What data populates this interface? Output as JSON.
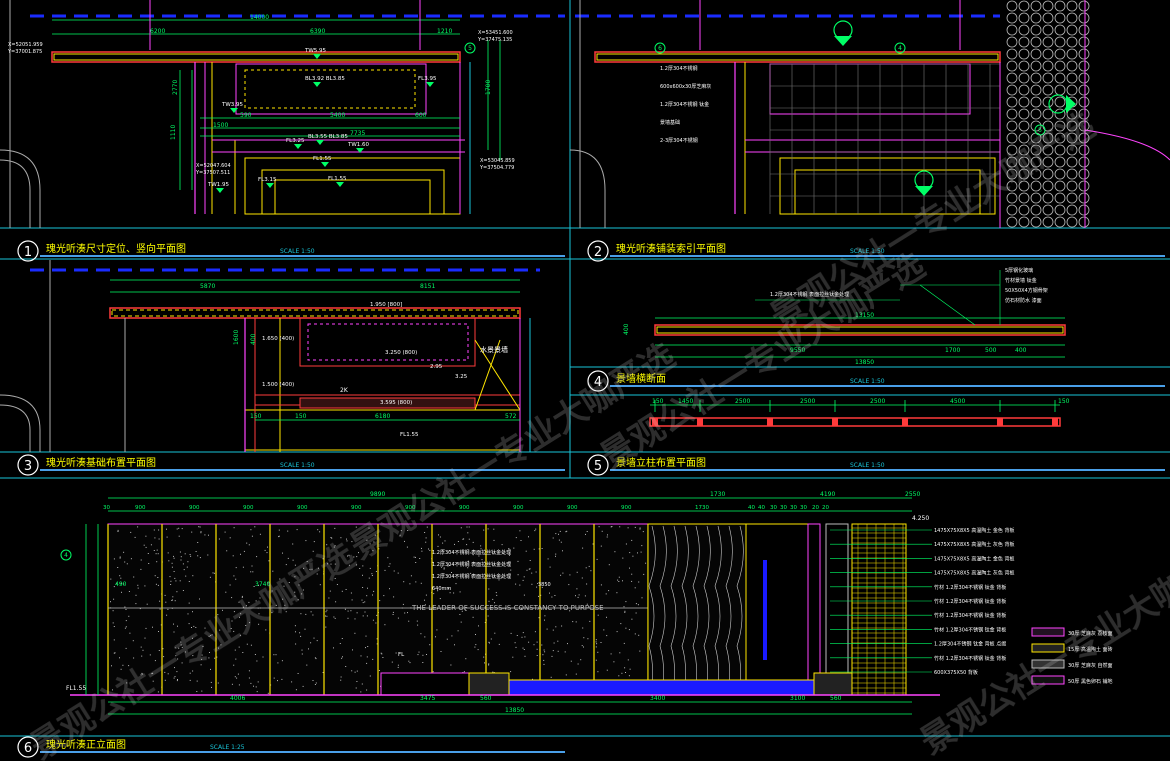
{
  "colors": {
    "background": "#000000",
    "frame": "#19c4d8",
    "title_bar": "#4a9fe8",
    "title_text": "#ffff00",
    "scale_text": "#19c4d8",
    "dimension": "#00ff66",
    "wall_red": "#ff3b3b",
    "magenta": "#ff44ff",
    "yellow": "#ffe600",
    "blue_dash": "#1a2cff",
    "water_blue": "#1a1aff",
    "watermark": "#cccccc"
  },
  "panels": [
    {
      "num": "1",
      "title": "瑰光听湊尺寸定位、竖向平面图",
      "scale": "SCALE 1:50"
    },
    {
      "num": "2",
      "title": "瑰光听湊铺装索引平面图",
      "scale": "SCALE 1:50"
    },
    {
      "num": "3",
      "title": "瑰光听湊基础布置平面图",
      "scale": "SCALE 1:50"
    },
    {
      "num": "4",
      "title": "景墙横断面",
      "scale": "SCALE 1:50"
    },
    {
      "num": "5",
      "title": "景墙立柱布置平面图",
      "scale": "SCALE 1:50"
    },
    {
      "num": "6",
      "title": "瑰光听湊正立面图",
      "scale": "SCALE 1:25"
    }
  ],
  "p1": {
    "dims": [
      "14000",
      "6200",
      "6390",
      "1210",
      "1500",
      "590",
      "5400",
      "600",
      "7735",
      "2770",
      "1700",
      "1110"
    ],
    "levels": [
      "TW5.95",
      "BL3.92  BL3.85",
      "FL3.95",
      "TW3.95",
      "BL3.55  BL3.85",
      "FL3.25",
      "TW1.60",
      "FL1.55",
      "TW1.95",
      "FL3.15",
      "FL1.55"
    ],
    "coords": [
      "X=52051.959",
      "Y=37001.875",
      "X=53451.600",
      "Y=37475.135",
      "X=52047.604",
      "Y=37507.511",
      "X=53045.859",
      "Y=37504.779"
    ]
  },
  "p3": {
    "dims": [
      "5870",
      "8151",
      "6180",
      "572",
      "150",
      "150",
      "400",
      "1600"
    ],
    "levels": [
      "1.950 [800]",
      "1.650 (400)",
      "3.250 (800)",
      "1.500 (400)",
      "3.25",
      "3.595 (800)",
      "2.95",
      "FL1.55"
    ],
    "labels": [
      "水景景墙",
      "2K"
    ]
  },
  "p4": {
    "dims": [
      "400",
      "13150",
      "9550",
      "1700",
      "500",
      "400",
      "13850"
    ],
    "notes": [
      "1.2厚304不锈钢 表面拉丝钛金处理",
      "5厚钢化玻璃",
      "竹材景墙 钛金",
      "50X50X4方钢骨架",
      "仿石材防水 漆面"
    ]
  },
  "p5": {
    "dims": [
      "150",
      "1450",
      "2500",
      "2500",
      "2500",
      "4500",
      "150"
    ]
  },
  "p6": {
    "top_dims": [
      "9890",
      "1730",
      "4190",
      "2550"
    ],
    "sub_dims": [
      "30",
      "900",
      "900",
      "900",
      "900",
      "900",
      "900",
      "900",
      "900",
      "900",
      "900",
      "1730",
      "40",
      "40",
      "30",
      "30",
      "30",
      "30",
      "20",
      "20"
    ],
    "bottom_dims": [
      "4006",
      "3475",
      "560",
      "3400",
      "3100",
      "560"
    ],
    "total": "13850",
    "level_left": "FL1.55",
    "level_right": "4.250",
    "left_dims": [
      "490",
      "3740"
    ],
    "inner_notes": [
      "1.2厚304不锈钢 表面拉丝钛金处理",
      "1.2厚304不锈钢 表面拉丝钛金处理",
      "1.2厚304不锈钢 表面拉丝钛金处理",
      "640mm",
      "3850"
    ],
    "slogan": "THE LEADER OF SUCCESS IS CONSTANCY TO PURPOSE",
    "right_notes": [
      "1475X75X8X5 高温陶土 金色 背板",
      "1475X75X8X5 高温陶土 灰色 背板",
      "1475X75X8X5 高温陶土 金色 背板",
      "1475X75X8X5 高温陶土 灰色 背板",
      "竹材 1.2厚304不锈钢 钛金 背板",
      "竹材 1.2厚304不锈钢 钛金 背板",
      "竹材 1.2厚304不锈钢 钛金 背板",
      "竹材 1.2厚304不锈钢 钛金 背板",
      "1.2厚304不锈钢 钛金 背板 点缀",
      "竹材 1.2厚304不锈钢 钛金 背板",
      "600X375X50 背板"
    ],
    "legend": [
      "30厚 芝麻灰 荔枝面",
      "15厚 高温陶土 面砖",
      "30厚 芝麻灰 自然面",
      "50厚 黑色卵石 铺地"
    ]
  },
  "watermarks": [
    "景观公社一专业大咖严选",
    "景观公社一专业大咖严选",
    "景观公社一专业大咖严选",
    "景观公社一专业大咖严选",
    "景观公社一专业大咖严选"
  ]
}
